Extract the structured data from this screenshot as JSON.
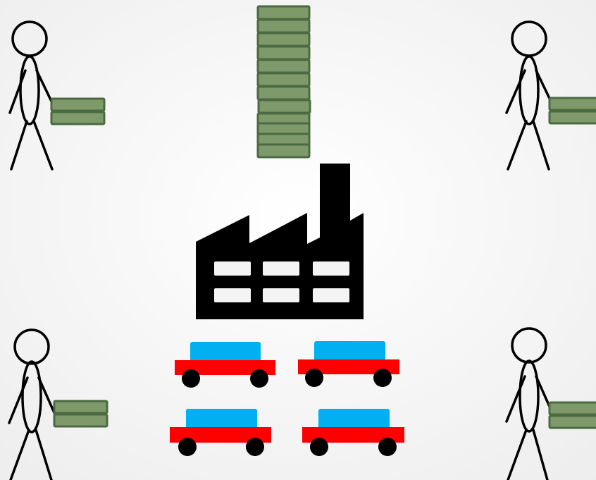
{
  "scene": {
    "background": [
      "#ffffff",
      "#ededed"
    ],
    "people": [
      {
        "id": "top-left",
        "carried_bills": 2
      },
      {
        "id": "top-right",
        "carried_bills": 2
      },
      {
        "id": "bottom-left",
        "carried_bills": 2
      },
      {
        "id": "bottom-right",
        "carried_bills": 2
      }
    ],
    "money_stack": {
      "bills": 12
    },
    "factory": {
      "windows": 6
    },
    "cars": {
      "count": 4
    },
    "colors": {
      "bill_fill": "#7e9a6a",
      "bill_stroke": "#4b6a41",
      "figure": "#000000",
      "factory": "#000000",
      "factory_window": "#f4f4f4",
      "car_body": "#ff0000",
      "car_cabin": "#00b0f0",
      "wheel": "#000000"
    }
  }
}
